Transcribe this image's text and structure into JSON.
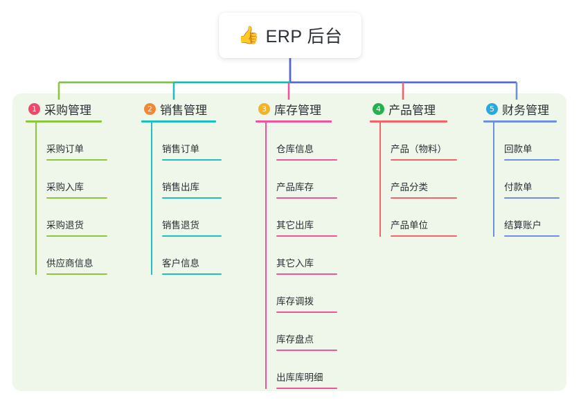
{
  "root": {
    "icon": "thumbs-up-icon",
    "icon_glyph": "👍",
    "title": "ERP 后台"
  },
  "palette": {
    "panel_background": "#eef7e9",
    "page_background": "#ffffff",
    "root_card_background": "#ffffff",
    "text": "#2b2f36",
    "bus_left_green": "#7cc24a",
    "bus_center_teal": "#17b8b0",
    "bus_right_blue": "#5566cc",
    "root_stem_blue": "#5566cc"
  },
  "columns": [
    {
      "number": "1",
      "title": "采购管理",
      "badge_color": "#f0476b",
      "line_color": "#8cc63f",
      "stub_color": "#8cc63f",
      "items": [
        "采购订单",
        "采购入库",
        "采购退货",
        "供应商信息"
      ]
    },
    {
      "number": "2",
      "title": "销售管理",
      "badge_color": "#f58634",
      "line_color": "#1fc0bc",
      "stub_color": "#1fc0bc",
      "items": [
        "销售订单",
        "销售出库",
        "销售退货",
        "客户信息"
      ]
    },
    {
      "number": "3",
      "title": "库存管理",
      "badge_color": "#f5b324",
      "line_color": "#ee539b",
      "stub_color": "#ee539b",
      "items": [
        "仓库信息",
        "产品库存",
        "其它出库",
        "其它入库",
        "库存调拨",
        "库存盘点",
        "出库库明细"
      ]
    },
    {
      "number": "4",
      "title": "产品管理",
      "badge_color": "#22b14c",
      "line_color": "#f4626a",
      "stub_color": "#f4626a",
      "items": [
        "产品（物料）",
        "产品分类",
        "产品单位"
      ]
    },
    {
      "number": "5",
      "title": "财务管理",
      "badge_color": "#29a8e0",
      "line_color": "#6e8fe0",
      "stub_color": "#6e8fe0",
      "items": [
        "回款单",
        "付款单",
        "结算账户"
      ]
    }
  ]
}
